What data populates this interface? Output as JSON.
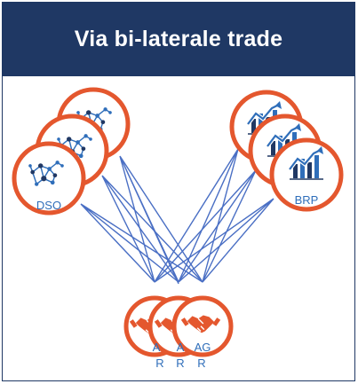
{
  "header": {
    "title": "Via bi-laterale trade"
  },
  "nodes": {
    "dso_label": "DSO",
    "brp_label": "BRP",
    "ag_label": "AG",
    "ag_stack_left_labels": [
      "R",
      "R",
      "R"
    ],
    "ag_stack_mid_labels": [
      "A",
      "A"
    ]
  },
  "colors": {
    "header_bg": "#1f3864",
    "circle_stroke": "#e4572e",
    "icon_dark": "#203864",
    "icon_blue": "#2f6eba",
    "handshake": "#e4572e",
    "connector": "#4a6fc4"
  },
  "icons": {
    "dso": "network-graph-icon",
    "brp": "growth-chart-icon",
    "ag": "handshake-icon"
  }
}
